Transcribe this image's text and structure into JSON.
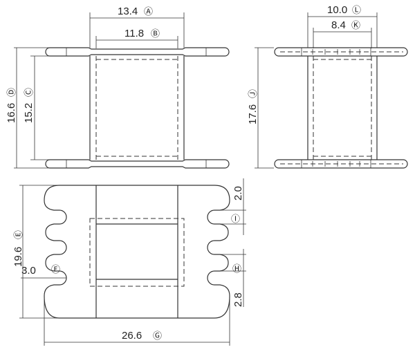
{
  "dimensions": {
    "A": {
      "value": "13.4",
      "marker": "Ⓐ"
    },
    "B": {
      "value": "11.8",
      "marker": "Ⓑ"
    },
    "C": {
      "value": "15.2",
      "marker": "Ⓒ"
    },
    "D": {
      "value": "16.6",
      "marker": "Ⓓ"
    },
    "J": {
      "value": "17.6",
      "marker": "Ⓙ"
    },
    "K": {
      "value": "8.4",
      "marker": "Ⓚ"
    },
    "L": {
      "value": "10.0",
      "marker": "Ⓛ"
    },
    "E": {
      "value": "19.6",
      "marker": "Ⓔ"
    },
    "F": {
      "value": "3.0",
      "marker": "Ⓕ"
    },
    "G": {
      "value": "26.6",
      "marker": "Ⓖ"
    },
    "H": {
      "value": "2.8",
      "marker": "Ⓗ"
    },
    "I": {
      "value": "2.0",
      "marker": "Ⓘ"
    }
  }
}
